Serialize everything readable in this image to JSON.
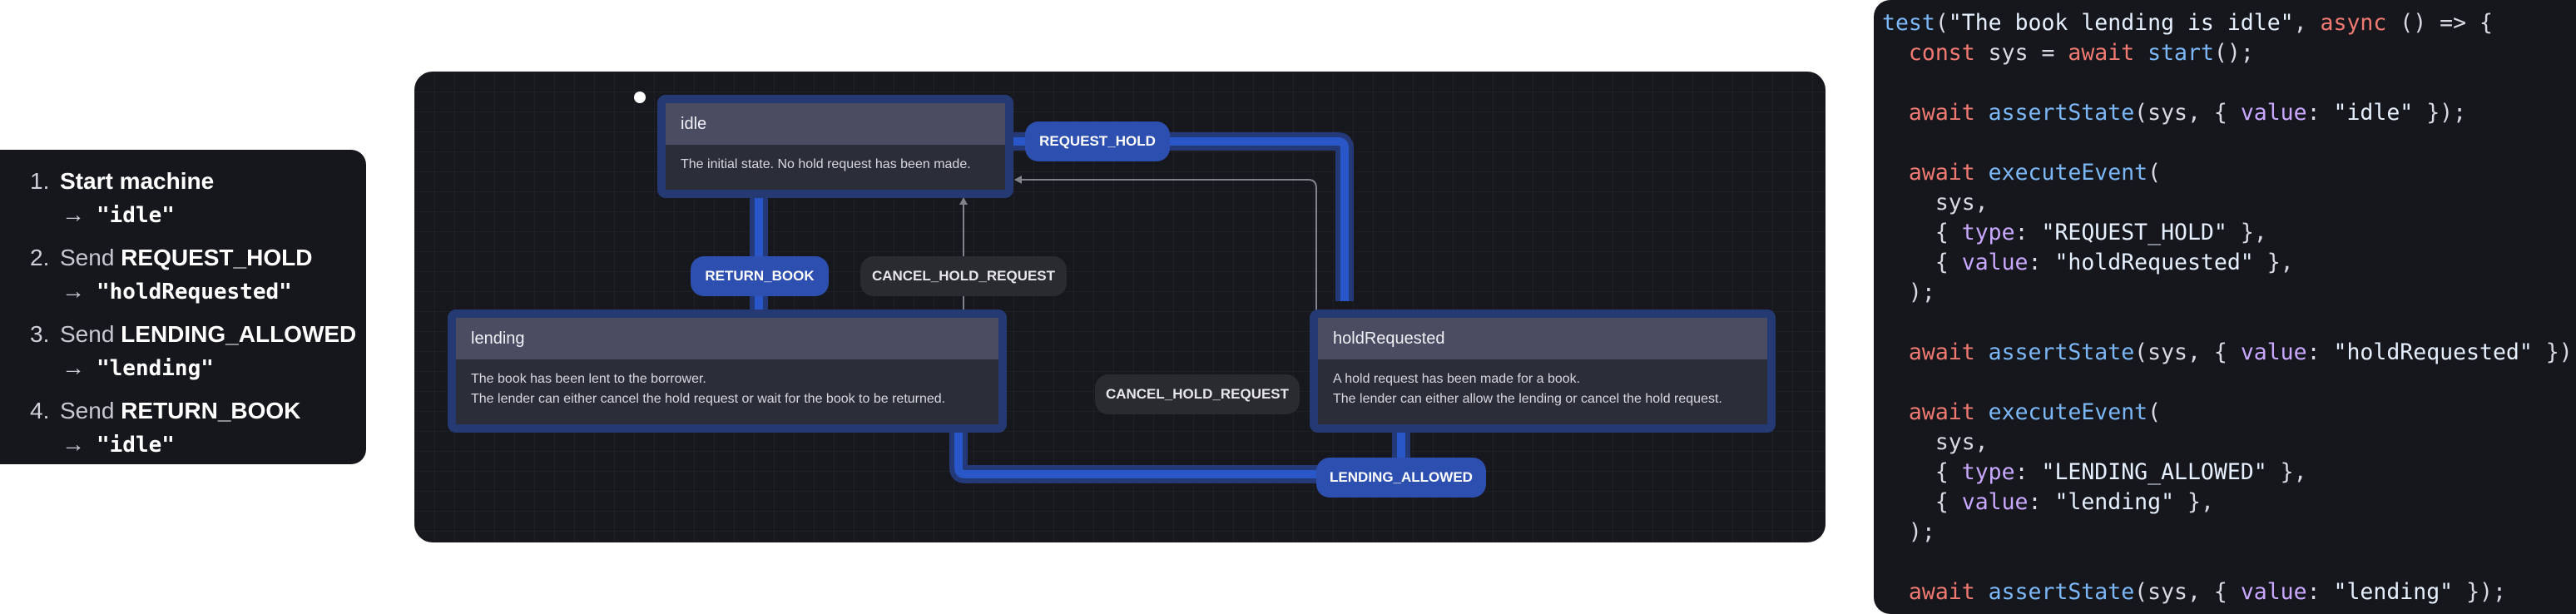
{
  "steps": [
    {
      "num": "1.",
      "verb": "",
      "event": "Start machine",
      "arrow": "→",
      "target": "\"idle\""
    },
    {
      "num": "2.",
      "verb": "Send ",
      "event": "REQUEST_HOLD",
      "arrow": "→",
      "target": "\"holdRequested\""
    },
    {
      "num": "3.",
      "verb": "Send ",
      "event": "LENDING_ALLOWED",
      "arrow": "→",
      "target": "\"lending\""
    },
    {
      "num": "4.",
      "verb": "Send ",
      "event": "RETURN_BOOK",
      "arrow": "→",
      "target": "\"idle\""
    }
  ],
  "diagram": {
    "states": {
      "idle": {
        "title": "idle",
        "lines": [
          "The initial state. No hold request has been made."
        ]
      },
      "lending": {
        "title": "lending",
        "lines": [
          "The book has been lent to the borrower.",
          "The lender can either cancel the hold request or wait for the book to be returned."
        ]
      },
      "holdRequested": {
        "title": "holdRequested",
        "lines": [
          "A hold request has been made for a book.",
          "The lender can either allow the lending or cancel the hold request."
        ]
      }
    },
    "events": {
      "request_hold": "REQUEST_HOLD",
      "return_book": "RETURN_BOOK",
      "cancel_from_lending": "CANCEL_HOLD_REQUEST",
      "cancel_from_hold": "CANCEL_HOLD_REQUEST",
      "lending_allowed": "LENDING_ALLOWED"
    },
    "colors": {
      "canvas": "#17181d",
      "state_border": "#253a73",
      "active_wire": "#2a57c8",
      "active_event": "#2c4fb0",
      "idle_event": "#2a2b31",
      "inactive_wire": "#80828c"
    }
  },
  "code": [
    [
      [
        "fn",
        "test"
      ],
      [
        "txt",
        "("
      ],
      [
        "str",
        "\"The book lending is idle\""
      ],
      [
        "txt",
        ", "
      ],
      [
        "kw",
        "async"
      ],
      [
        "txt",
        " () => {"
      ]
    ],
    [
      [
        "txt",
        "  "
      ],
      [
        "kw",
        "const"
      ],
      [
        "txt",
        " sys = "
      ],
      [
        "kw",
        "await"
      ],
      [
        "txt",
        " "
      ],
      [
        "fn",
        "start"
      ],
      [
        "txt",
        "();"
      ]
    ],
    [],
    [
      [
        "txt",
        "  "
      ],
      [
        "kw",
        "await"
      ],
      [
        "txt",
        " "
      ],
      [
        "fn",
        "assertState"
      ],
      [
        "txt",
        "(sys, { "
      ],
      [
        "prop",
        "value"
      ],
      [
        "txt",
        ": "
      ],
      [
        "str",
        "\"idle\""
      ],
      [
        "txt",
        " });"
      ]
    ],
    [],
    [
      [
        "txt",
        "  "
      ],
      [
        "kw",
        "await"
      ],
      [
        "txt",
        " "
      ],
      [
        "fn",
        "executeEvent"
      ],
      [
        "txt",
        "("
      ]
    ],
    [
      [
        "txt",
        "    sys,"
      ]
    ],
    [
      [
        "txt",
        "    { "
      ],
      [
        "prop",
        "type"
      ],
      [
        "txt",
        ": "
      ],
      [
        "str",
        "\"REQUEST_HOLD\""
      ],
      [
        "txt",
        " },"
      ]
    ],
    [
      [
        "txt",
        "    { "
      ],
      [
        "prop",
        "value"
      ],
      [
        "txt",
        ": "
      ],
      [
        "str",
        "\"holdRequested\""
      ],
      [
        "txt",
        " },"
      ]
    ],
    [
      [
        "txt",
        "  );"
      ]
    ],
    [],
    [
      [
        "txt",
        "  "
      ],
      [
        "kw",
        "await"
      ],
      [
        "txt",
        " "
      ],
      [
        "fn",
        "assertState"
      ],
      [
        "txt",
        "(sys, { "
      ],
      [
        "prop",
        "value"
      ],
      [
        "txt",
        ": "
      ],
      [
        "str",
        "\"holdRequested\""
      ],
      [
        "txt",
        " });"
      ]
    ],
    [],
    [
      [
        "txt",
        "  "
      ],
      [
        "kw",
        "await"
      ],
      [
        "txt",
        " "
      ],
      [
        "fn",
        "executeEvent"
      ],
      [
        "txt",
        "("
      ]
    ],
    [
      [
        "txt",
        "    sys,"
      ]
    ],
    [
      [
        "txt",
        "    { "
      ],
      [
        "prop",
        "type"
      ],
      [
        "txt",
        ": "
      ],
      [
        "str",
        "\"LENDING_ALLOWED\""
      ],
      [
        "txt",
        " },"
      ]
    ],
    [
      [
        "txt",
        "    { "
      ],
      [
        "prop",
        "value"
      ],
      [
        "txt",
        ": "
      ],
      [
        "str",
        "\"lending\""
      ],
      [
        "txt",
        " },"
      ]
    ],
    [
      [
        "txt",
        "  );"
      ]
    ],
    [],
    [
      [
        "txt",
        "  "
      ],
      [
        "kw",
        "await"
      ],
      [
        "txt",
        " "
      ],
      [
        "fn",
        "assertState"
      ],
      [
        "txt",
        "(sys, { "
      ],
      [
        "prop",
        "value"
      ],
      [
        "txt",
        ": "
      ],
      [
        "str",
        "\"lending\""
      ],
      [
        "txt",
        " });"
      ]
    ]
  ]
}
